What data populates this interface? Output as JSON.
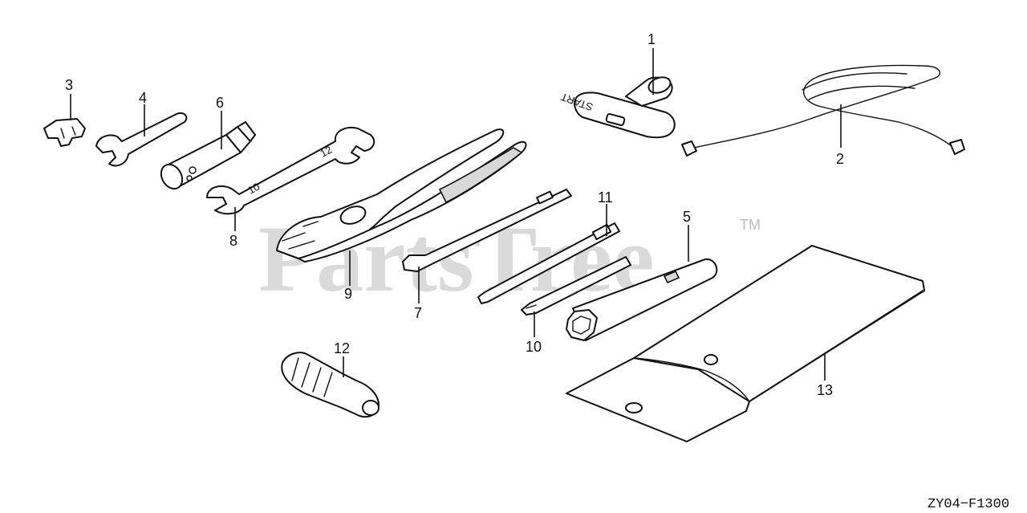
{
  "watermark": {
    "text": "PartsTree",
    "trademark": "TM"
  },
  "diagram_code": "ZY04−F1300",
  "engravings": {
    "start_handle": "START",
    "wrench_8_mark": "10",
    "wrench_8_mark2": "12"
  },
  "callouts": [
    {
      "id": "1",
      "label": "1"
    },
    {
      "id": "2",
      "label": "2"
    },
    {
      "id": "3",
      "label": "3"
    },
    {
      "id": "4",
      "label": "4"
    },
    {
      "id": "5",
      "label": "5"
    },
    {
      "id": "6",
      "label": "6"
    },
    {
      "id": "7",
      "label": "7"
    },
    {
      "id": "8",
      "label": "8"
    },
    {
      "id": "9",
      "label": "9"
    },
    {
      "id": "10",
      "label": "10"
    },
    {
      "id": "11",
      "label": "11"
    },
    {
      "id": "12",
      "label": "12"
    },
    {
      "id": "13",
      "label": "13"
    }
  ]
}
